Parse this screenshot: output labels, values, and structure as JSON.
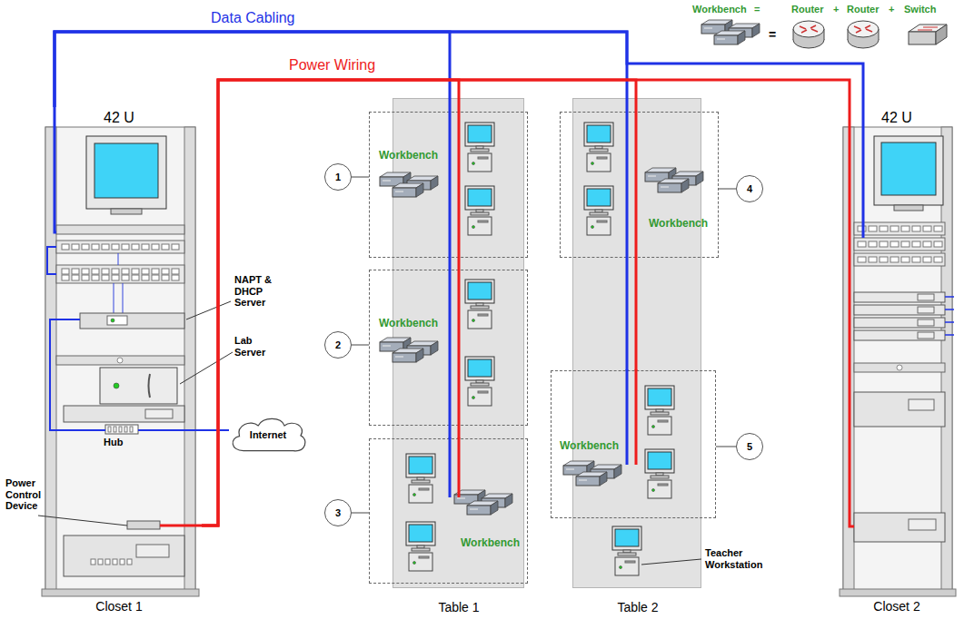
{
  "diagram": {
    "nodes": [
      {
        "text": [
          "42 U",
          "Closet 1"
        ]
      },
      {
        "text": [
          "Table 1"
        ]
      },
      {
        "text": [
          "Workbench"
        ],
        "in": 1
      },
      {
        "text": [
          "Workbench"
        ],
        "in": 1
      },
      {
        "text": [
          "Workbench"
        ],
        "in": 1
      },
      {
        "text": [
          "Table 2"
        ]
      },
      {
        "text": [
          "Workbench"
        ],
        "in": 5
      },
      {
        "text": [
          "Workbench"
        ],
        "in": 5
      },
      {
        "text": [
          "42 U",
          "Closet 2"
        ]
      },
      {
        "text": [
          "1"
        ]
      },
      {
        "text": [
          "2"
        ]
      },
      {
        "text": [
          "3"
        ]
      },
      {
        "text": [
          "4"
        ]
      },
      {
        "text": [
          "5"
        ]
      },
      {
        "text": [
          "Internet"
        ]
      }
    ],
    "edges": [
      {
        "from": 9,
        "to": 2,
        "arrow": "none"
      },
      {
        "from": 10,
        "to": 3,
        "arrow": "none"
      },
      {
        "from": 11,
        "to": 4,
        "arrow": "none"
      },
      {
        "from": 12,
        "to": 6,
        "arrow": "none"
      },
      {
        "from": 13,
        "to": 7,
        "arrow": "none"
      },
      {
        "from": 0,
        "to": 4,
        "arrow": "none"
      },
      {
        "from": 0,
        "to": 7,
        "arrow": "none"
      },
      {
        "from": 0,
        "to": 8,
        "arrow": "none"
      },
      {
        "from": 0,
        "to": 4,
        "arrow": "none"
      },
      {
        "from": 0,
        "to": 7,
        "arrow": "none"
      },
      {
        "from": 0,
        "to": 8,
        "arrow": "none"
      }
    ],
    "labels": [
      "Data Cabling",
      "Power Wiring",
      "Workbench",
      "=",
      "Router",
      "+",
      "Router",
      "+",
      "Switch",
      "=",
      "NAPT & DHCP Server",
      "Lab Server",
      "Hub",
      "Power Control Device",
      "Teacher Workstation"
    ]
  }
}
